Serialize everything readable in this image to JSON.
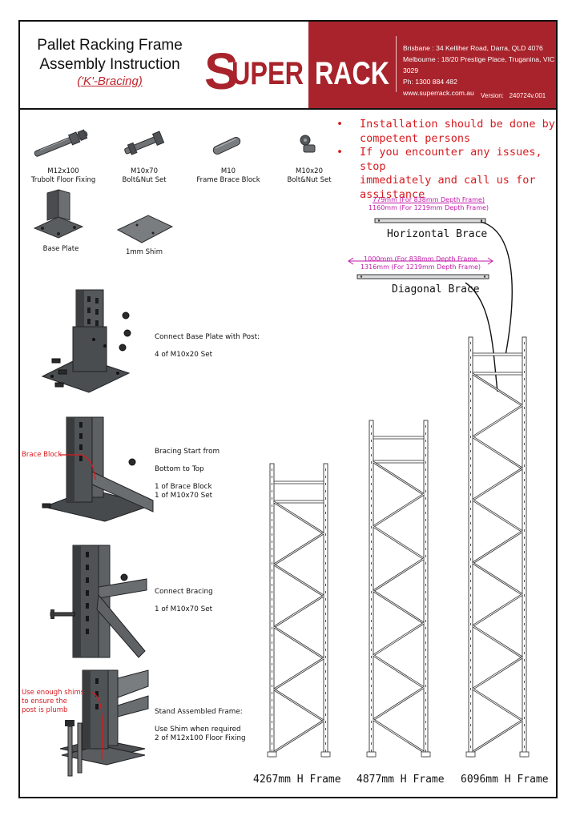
{
  "header": {
    "title_line1": "Pallet Racking Frame",
    "title_line2": "Assembly Instruction",
    "title_sub": "('K'-Bracing)",
    "logo_super_s": "S",
    "logo_super_rest": "UPER",
    "logo_rack": "RACK",
    "contact": [
      "Brisbane : 34 Kelliher Road, Darra, QLD 4076",
      "Melbourne : 18/20 Prestige Place, Truganina, VIC 3029",
      "Ph: 1300 884 482",
      "www.superrack.com.au"
    ],
    "version_label": "Version:",
    "version_value": "240724v.001"
  },
  "parts": [
    {
      "line1": "M12x100",
      "line2": "Trubolt Floor Fixing"
    },
    {
      "line1": "M10x70",
      "line2": "Bolt&Nut Set"
    },
    {
      "line1": "M10",
      "line2": "Frame Brace Block"
    },
    {
      "line1": "M10x20",
      "line2": "Bolt&Nut Set"
    },
    {
      "line1": "Base Plate",
      "line2": ""
    },
    {
      "line1": "1mm Shim",
      "line2": ""
    }
  ],
  "notes": [
    {
      "bullet": "•",
      "lines": [
        "Installation should be done by",
        "competent persons"
      ]
    },
    {
      "bullet": "•",
      "lines": [
        "If you encounter any issues, stop",
        "immediately and call us for assistance"
      ]
    }
  ],
  "braces": {
    "horizontal_dims": [
      "779mm (For 838mm Depth Frame)",
      "1160mm (For 1219mm Depth Frame)"
    ],
    "horizontal_name": "Horizontal Brace",
    "diagonal_dims": [
      "1000mm (For 838mm Depth Frame",
      "1316mm (For 1219mm Depth Frame)"
    ],
    "diagonal_name": "Diagonal Brace"
  },
  "steps": [
    {
      "lines": [
        "Connect Base Plate with Post:",
        "",
        "4 of M10x20 Set"
      ]
    },
    {
      "lines": [
        "Bracing Start from",
        "",
        "Bottom to Top",
        "",
        "1 of Brace Block",
        "1 of M10x70 Set"
      ],
      "callout": "Brace Block"
    },
    {
      "lines": [
        "Connect Bracing",
        "",
        "1 of M10x70 Set"
      ]
    },
    {
      "lines": [
        "Stand Assembled Frame:",
        "",
        "Use Shim when required",
        "2 of M12x100 Floor Fixing"
      ],
      "callout_lines": [
        "Use enough shims",
        "to ensure the",
        "post is plumb"
      ]
    }
  ],
  "frames": [
    "4267mm H Frame",
    "4877mm H Frame",
    "6096mm H Frame"
  ],
  "colors": {
    "brand_red": "#a8232b",
    "note_red": "#d61a1f",
    "dimension_magenta": "#c21aa8",
    "steel_dark": "#3a3d40"
  }
}
